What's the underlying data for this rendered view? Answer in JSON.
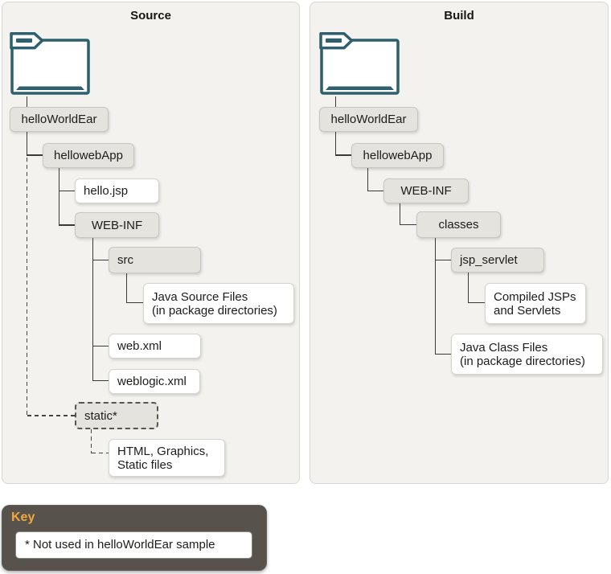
{
  "source": {
    "title": "Source",
    "nodes": {
      "helloWorldEar": "helloWorldEar",
      "hellowebApp": "hellowebApp",
      "hello_jsp": "hello.jsp",
      "web_inf": "WEB-INF",
      "src": "src",
      "java_source_1": "Java Source Files",
      "java_source_2": "(in package directories)",
      "web_xml": "web.xml",
      "weblogic_xml": "weblogic.xml",
      "static_star": "static*",
      "html_static_1": "HTML, Graphics,",
      "html_static_2": "Static files"
    }
  },
  "build": {
    "title": "Build",
    "nodes": {
      "helloWorldEar": "helloWorldEar",
      "hellowebApp": "hellowebApp",
      "web_inf": "WEB-INF",
      "classes": "classes",
      "jsp_servlet": "jsp_servlet",
      "compiled_1": "Compiled JSPs",
      "compiled_2": "and Servlets",
      "java_class_1": "Java Class Files",
      "java_class_2": "(in package directories)"
    }
  },
  "key": {
    "title": "Key",
    "note": "* Not used in helloWorldEar sample"
  },
  "colors": {
    "folder_icon": "#2d5f6c",
    "panel_bg": "#f3f2ef",
    "node_gray_bg": "#e5e3de",
    "key_bg": "#57534c",
    "key_title": "#efa73e",
    "connector": "#3a3a37"
  }
}
